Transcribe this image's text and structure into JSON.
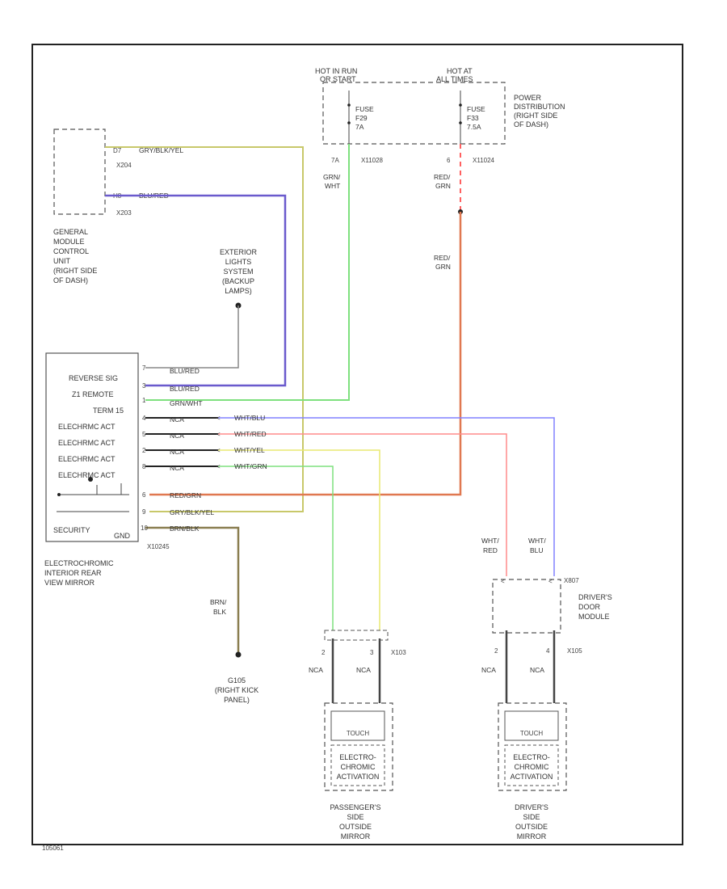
{
  "colors": {
    "yellow": "#c8c86a",
    "blue": "#6a5acd",
    "green": "#7ee07e",
    "red": "#ff8c8c",
    "orange": "#e07850",
    "brown_blk": "#8a7e50",
    "gray": "#888888",
    "black": "#222222"
  },
  "power": {
    "hot_in_run": [
      "HOT IN RUN",
      "OR START"
    ],
    "hot_at_all_times": [
      "HOT AT",
      "ALL TIMES"
    ],
    "fuse1": [
      "FUSE",
      "F29",
      "7A"
    ],
    "fuse2": [
      "FUSE",
      "F33",
      "7.5A"
    ],
    "box_label": [
      "POWER",
      "DISTRIBUTION",
      "(RIGHT SIDE",
      "OF DASH)"
    ],
    "pin_left": "7A",
    "pin_right": "6",
    "conn_left": "X11028",
    "conn_right": "X11024",
    "wire_left": [
      "GRN/",
      "WHT"
    ],
    "wire_right": [
      "RED/",
      "GRN"
    ],
    "wire_right2": [
      "RED/",
      "GRN"
    ]
  },
  "gem": {
    "label": [
      "GENERAL",
      "MODULE",
      "CONTROL",
      "UNIT",
      "(RIGHT SIDE",
      "OF DASH)"
    ],
    "pin1": "D7",
    "wire1": "GRY/BLK/YEL",
    "conn1": "X204",
    "pin2": "H8",
    "wire2": "BLU/RED",
    "conn2": "X203"
  },
  "ext_lights": [
    "EXTERIOR",
    "LIGHTS",
    "SYSTEM",
    "(BACKUP",
    "LAMPS)"
  ],
  "mirror": {
    "rows": [
      {
        "label": "REVERSE SIG",
        "pin": "7",
        "wire": "BLU/RED"
      },
      {
        "label": "Z1 REMOTE",
        "pin": "3",
        "wire": "BLU/RED"
      },
      {
        "label": "TERM 15",
        "pin": "1",
        "wire": "GRN/WHT"
      },
      {
        "label": "ELECHRMC ACT",
        "pin": "4",
        "wire": "NCA",
        "wire2": "WHT/BLU"
      },
      {
        "label": "ELECHRMC ACT",
        "pin": "5",
        "wire": "NCA",
        "wire2": "WHT/RED"
      },
      {
        "label": "ELECHRMC ACT",
        "pin": "2",
        "wire": "NCA",
        "wire2": "WHT/YEL"
      },
      {
        "label": "ELECHRMC ACT",
        "pin": "8",
        "wire": "NCA",
        "wire2": "WHT/GRN"
      },
      {
        "label": "",
        "pin": "6",
        "wire": "RED/GRN"
      },
      {
        "label": "",
        "pin": "9",
        "wire": "GRY/BLK/YEL"
      },
      {
        "label": "SECURITY",
        "label2": "GND",
        "pin": "10",
        "wire": "BRN/BLK"
      }
    ],
    "conn": "X10245",
    "name": [
      "ELECTROCHROMIC",
      "INTERIOR REAR",
      "VIEW MIRROR"
    ]
  },
  "ground": {
    "wire": [
      "BRN/",
      "BLK"
    ],
    "label": [
      "G105",
      "(RIGHT KICK",
      "PANEL)"
    ]
  },
  "dr_module": {
    "wire_l": [
      "WHT/",
      "RED"
    ],
    "wire_r": [
      "WHT/",
      "BLU"
    ],
    "conn": "X807",
    "label": [
      "DRIVER'S",
      "DOOR",
      "MODULE"
    ]
  },
  "pass_mirror": {
    "pin_l": "2",
    "pin_r": "3",
    "conn": "X103",
    "wire": "NCA",
    "inner": "TOUCH",
    "box": [
      "ELECTRO-",
      "CHROMIC",
      "ACTIVATION"
    ],
    "name": [
      "PASSENGER'S",
      "SIDE",
      "OUTSIDE",
      "MIRROR"
    ]
  },
  "drv_mirror": {
    "pin_l": "2",
    "pin_r": "4",
    "conn": "X105",
    "wire": "NCA",
    "inner": "TOUCH",
    "box": [
      "ELECTRO-",
      "CHROMIC",
      "ACTIVATION"
    ],
    "name": [
      "DRIVER'S",
      "SIDE",
      "OUTSIDE",
      "MIRROR"
    ]
  },
  "footer": "105061"
}
